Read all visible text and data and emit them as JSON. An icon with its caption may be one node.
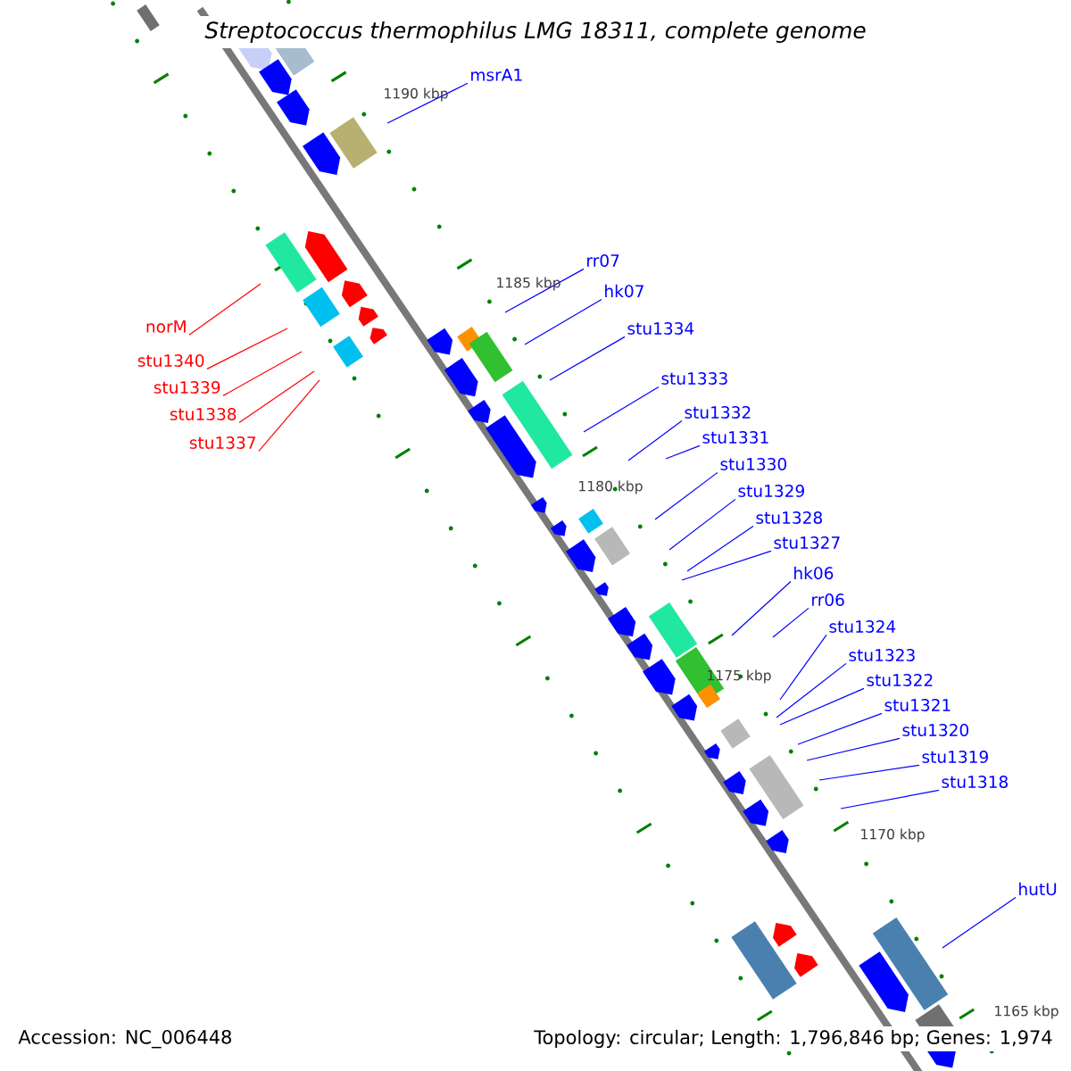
{
  "diagram": {
    "title": "Streptococcus thermophilus LMG 18311, complete genome",
    "nodes": [
      {
        "text": [
          "msrA1"
        ]
      },
      {
        "text": [
          "norM"
        ]
      },
      {
        "text": [
          "stu1340"
        ]
      },
      {
        "text": [
          "stu1339"
        ]
      },
      {
        "text": [
          "stu1338"
        ]
      },
      {
        "text": [
          "stu1337"
        ]
      },
      {
        "text": [
          "rr07"
        ]
      },
      {
        "text": [
          "hk07"
        ]
      },
      {
        "text": [
          "stu1334"
        ]
      },
      {
        "text": [
          "stu1333"
        ]
      },
      {
        "text": [
          "stu1332"
        ]
      },
      {
        "text": [
          "stu1331"
        ]
      },
      {
        "text": [
          "stu1330"
        ]
      },
      {
        "text": [
          "stu1329"
        ]
      },
      {
        "text": [
          "stu1328"
        ]
      },
      {
        "text": [
          "stu1327"
        ]
      },
      {
        "text": [
          "hk06"
        ]
      },
      {
        "text": [
          "rr06"
        ]
      },
      {
        "text": [
          "stu1324"
        ]
      },
      {
        "text": [
          "stu1323"
        ]
      },
      {
        "text": [
          "stu1322"
        ]
      },
      {
        "text": [
          "stu1321"
        ]
      },
      {
        "text": [
          "stu1320"
        ]
      },
      {
        "text": [
          "stu1319"
        ]
      },
      {
        "text": [
          "stu1318"
        ]
      },
      {
        "text": [
          "hutU"
        ]
      }
    ],
    "edges": [
      {
        "from": 0,
        "to": null,
        "arrow": "none"
      },
      {
        "from": 1,
        "to": null,
        "arrow": "none",
        "color": "#ff0000"
      },
      {
        "from": 2,
        "to": null,
        "arrow": "none",
        "color": "#ff0000"
      },
      {
        "from": 3,
        "to": null,
        "arrow": "none",
        "color": "#ff0000"
      },
      {
        "from": 4,
        "to": null,
        "arrow": "none",
        "color": "#ff0000"
      },
      {
        "from": 5,
        "to": null,
        "arrow": "none",
        "color": "#ff0000"
      },
      {
        "from": 6,
        "to": null,
        "arrow": "none"
      },
      {
        "from": 7,
        "to": null,
        "arrow": "none"
      },
      {
        "from": 8,
        "to": null,
        "arrow": "none"
      },
      {
        "from": 9,
        "to": null,
        "arrow": "none"
      },
      {
        "from": 10,
        "to": null,
        "arrow": "none"
      },
      {
        "from": 11,
        "to": null,
        "arrow": "none"
      },
      {
        "from": 12,
        "to": null,
        "arrow": "none"
      },
      {
        "from": 13,
        "to": null,
        "arrow": "none"
      },
      {
        "from": 14,
        "to": null,
        "arrow": "none"
      },
      {
        "from": 15,
        "to": null,
        "arrow": "none"
      },
      {
        "from": 16,
        "to": null,
        "arrow": "none"
      },
      {
        "from": 17,
        "to": null,
        "arrow": "none"
      },
      {
        "from": 18,
        "to": null,
        "arrow": "none"
      },
      {
        "from": 19,
        "to": null,
        "arrow": "none"
      },
      {
        "from": 20,
        "to": null,
        "arrow": "none"
      },
      {
        "from": 21,
        "to": null,
        "arrow": "none"
      },
      {
        "from": 22,
        "to": null,
        "arrow": "none"
      },
      {
        "from": 23,
        "to": null,
        "arrow": "none"
      },
      {
        "from": 24,
        "to": null,
        "arrow": "none"
      },
      {
        "from": 25,
        "to": null,
        "arrow": "none"
      }
    ],
    "labels": [
      "1190 kbp",
      "1185 kbp",
      "1180 kbp",
      "1175 kbp",
      "1170 kbp",
      "1165 kbp",
      "Accession: NC_006448",
      "Topology: circular; Length: 1,796,846 bp; Genes: 1,974"
    ]
  }
}
